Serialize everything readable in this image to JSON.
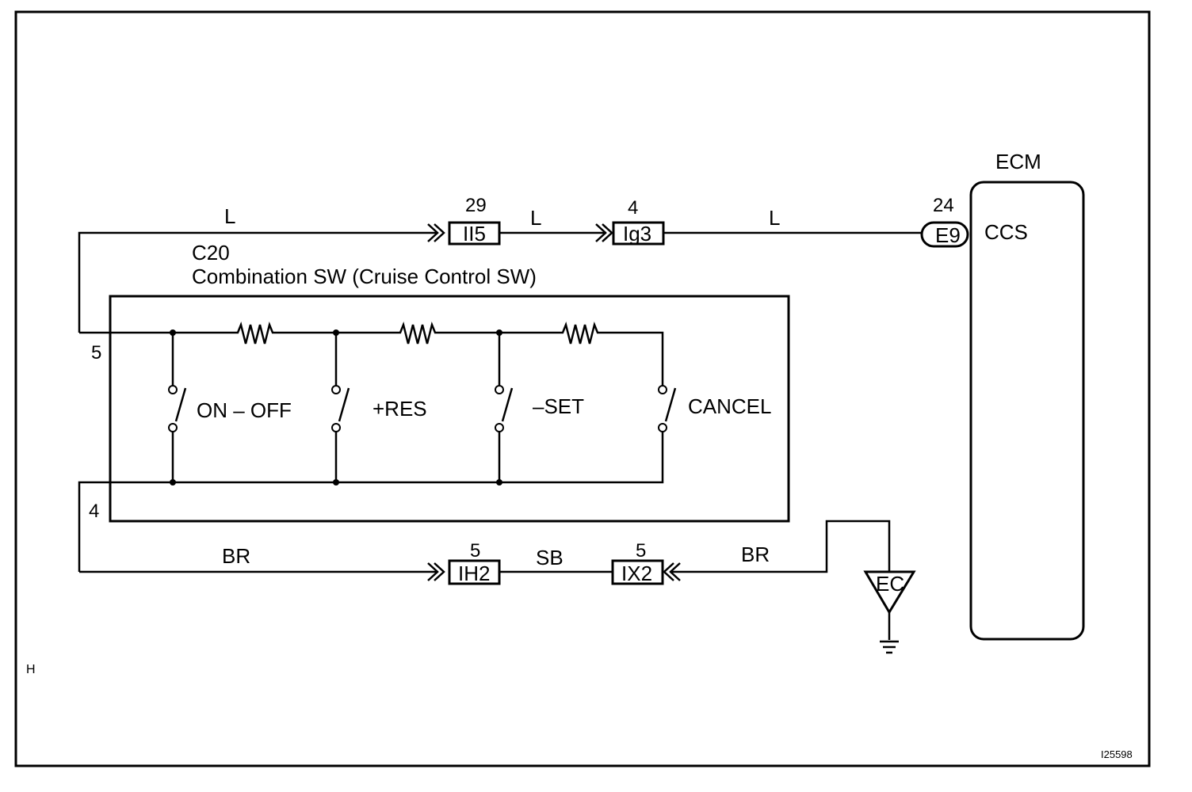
{
  "ecm": {
    "title": "ECM",
    "terminal_label": "CCS",
    "connector": "E9",
    "pin": "24"
  },
  "switch_assembly": {
    "code": "C20",
    "name": "Combination SW (Cruise Control SW)",
    "pin_top": "5",
    "pin_bottom": "4",
    "switches": [
      "ON – OFF",
      "+RES",
      "–SET",
      "CANCEL"
    ]
  },
  "top_circuit": {
    "wire_1": "L",
    "wire_2": "L",
    "wire_3": "L",
    "junction_1": {
      "name": "II5",
      "pin": "29"
    },
    "junction_2": {
      "name": "Ig3",
      "pin": "4"
    }
  },
  "bottom_circuit": {
    "wire_1": "BR",
    "wire_2": "SB",
    "wire_3": "BR",
    "junction_1": {
      "name": "IH2",
      "pin": "5"
    },
    "junction_2": {
      "name": "IX2",
      "pin": "5"
    },
    "ground": "EC"
  },
  "corner_mark": "H",
  "figure_id": "I25598"
}
